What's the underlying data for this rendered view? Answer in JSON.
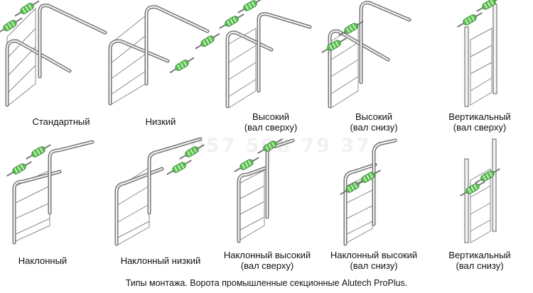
{
  "labels": {
    "standard": "Стандартный",
    "low": "Низкий",
    "high_top": "Высокий\n(вал сверху)",
    "high_bottom": "Высокий\n(вал снизу)",
    "vertical_top": "Вертикальный\n(вал сверху)",
    "inclined": "Наклонный",
    "inclined_low": "Наклонный низкий",
    "inclined_high_top": "Наклонный высокий\n(вал сверху)",
    "inclined_high_bottom": "Наклонный высокий\n(вал снизу)",
    "vertical_bottom": "Вертикальный\n(вал снизу)"
  },
  "watermark": "057 508 79 37",
  "caption": "Типы монтажа. Ворота промышленные секционные Alutech ProPlus.",
  "colors": {
    "spring": "#5cc24f",
    "rail": "#707070",
    "text": "#111111"
  }
}
